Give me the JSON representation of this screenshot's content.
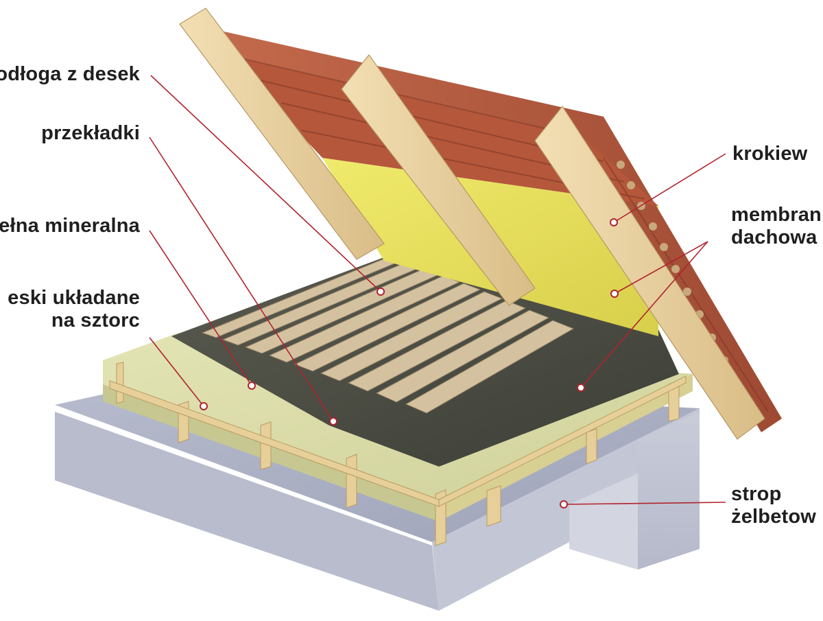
{
  "labels": {
    "podloga": "odłoga z desek",
    "przekladki": "przekładki",
    "welna": "ełna mineralna",
    "deski_line1": "eski układane",
    "deski_line2": "na sztorc",
    "krokiew": "krokiew",
    "membrana_line1": "membran",
    "membrana_line2": "dachowa",
    "strop_line1": "strop",
    "strop_line2": "żelbetow"
  },
  "colors": {
    "leader": "#b0232e",
    "text": "#1f1f1f",
    "insulation_yellow": "#e2dc5a",
    "tiles": "#b5553a",
    "wood": "#e8cf9c",
    "concrete": "#a9adc0"
  }
}
